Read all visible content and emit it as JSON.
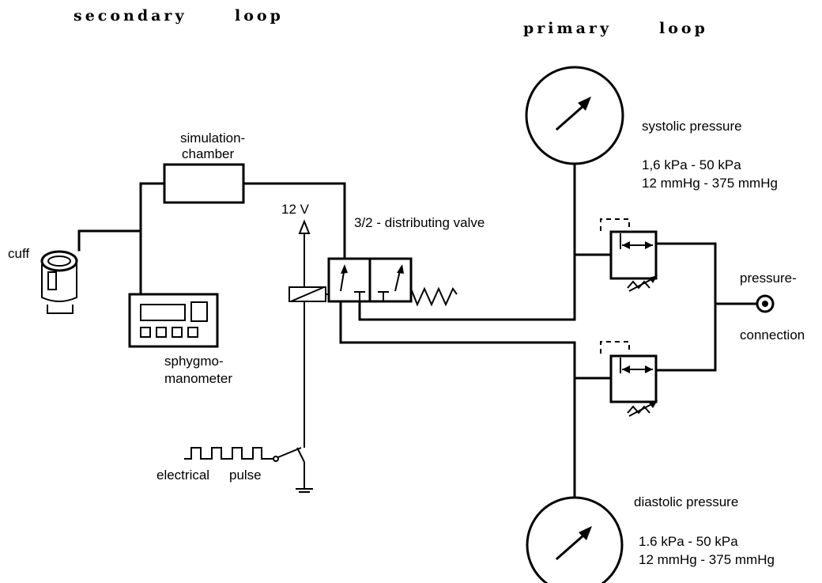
{
  "headings": {
    "secondary_1": "secondary",
    "secondary_2": "loop",
    "primary_1": "primary",
    "primary_2": "loop"
  },
  "labels": {
    "simulation_1": "simulation-",
    "simulation_2": "chamber",
    "voltage": "12 V",
    "valve": "3/2 - distributing valve",
    "cuff": "cuff",
    "sphygmo_1": "sphygmo-",
    "sphygmo_2": "manometer",
    "pulse_1": "electrical",
    "pulse_2": "pulse",
    "pressure_1": "pressure-",
    "pressure_2": "connection"
  },
  "systolic": {
    "title": "systolic pressure",
    "range_kpa": "1,6 kPa - 50 kPa",
    "range_mmhg": "12 mmHg - 375 mmHg"
  },
  "diastolic": {
    "title": "diastolic pressure",
    "range_kpa": "1.6 kPa - 50 kPa",
    "range_mmhg": "12 mmHg - 375 mmHg"
  }
}
